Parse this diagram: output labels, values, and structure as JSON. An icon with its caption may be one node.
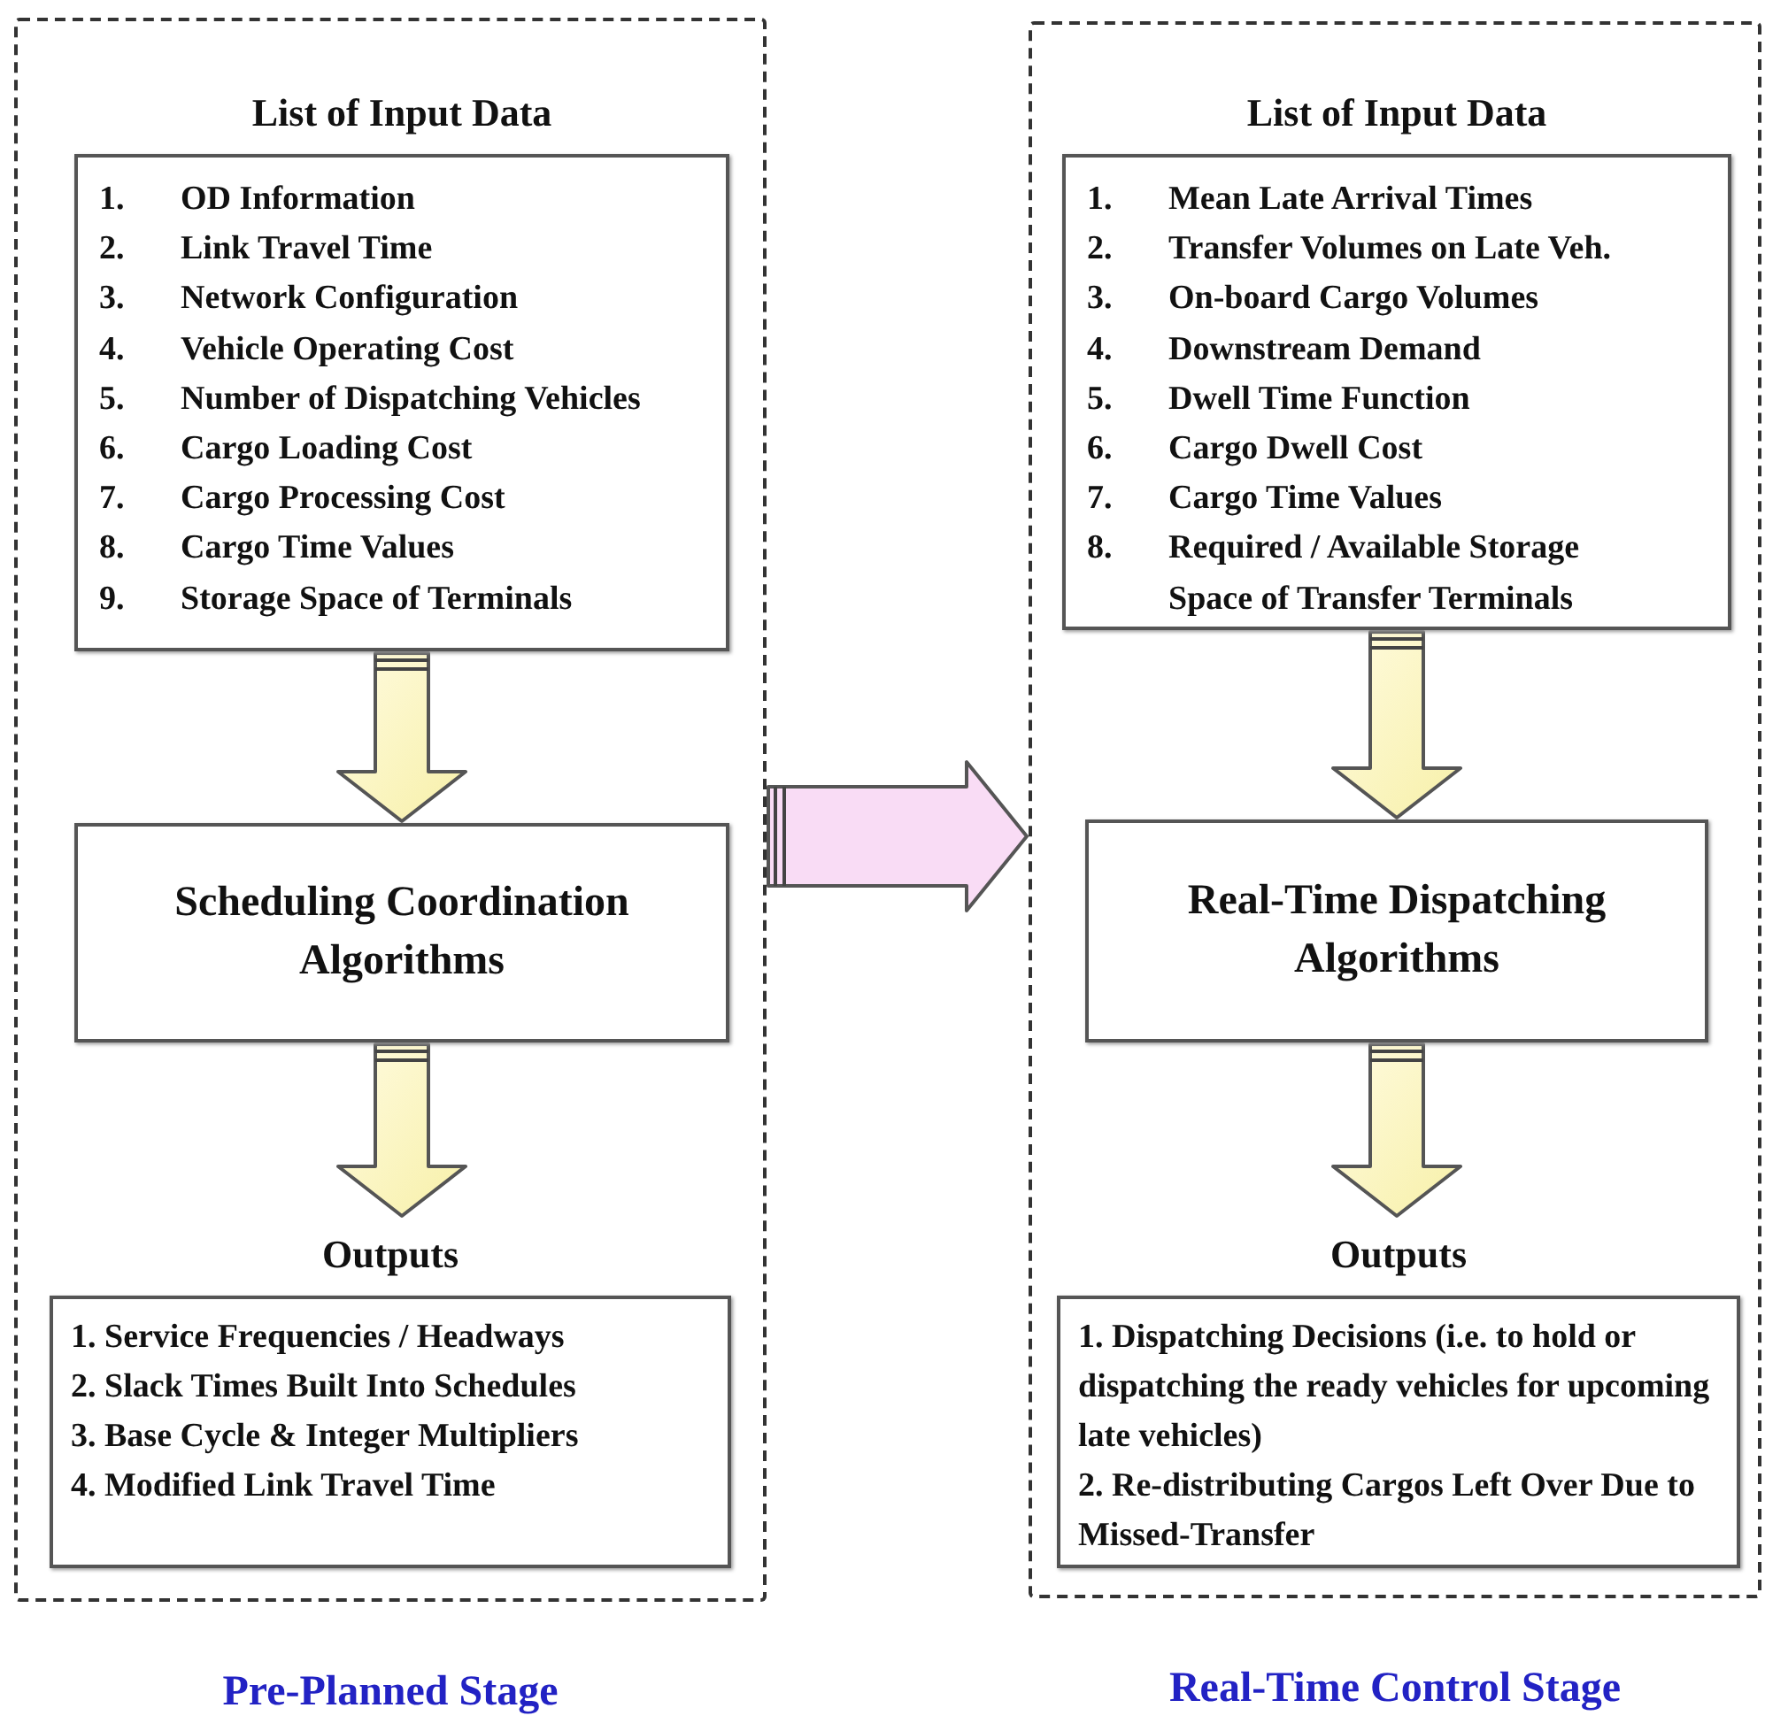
{
  "diagram": {
    "nodes": [
      {
        "text": [
          "Pre-Planned Stage"
        ]
      },
      {
        "text": [
          "List of Input Data",
          "1. OD Information",
          "2. Link Travel Time",
          "3. Network Configuration",
          "4. Vehicle Operating Cost",
          "5. Number of Dispatching Vehicles",
          "6. Cargo Loading Cost",
          "7. Cargo Processing Cost",
          "8. Cargo Time Values",
          "9. Storage Space of Terminals"
        ],
        "in": 0
      },
      {
        "text": [
          "Scheduling Coordination Algorithms"
        ],
        "in": 0
      },
      {
        "text": [
          "Outputs",
          "1. Service Frequencies / Headways",
          "2. Slack Times Built Into Schedules",
          "3. Base Cycle & Integer Multipliers",
          "4. Modified Link Travel Time"
        ],
        "in": 0
      },
      {
        "text": [
          "Real-Time Control Stage"
        ]
      },
      {
        "text": [
          "List of Input Data",
          "1. Mean Late Arrival Times",
          "2. Transfer Volumes on Late Veh.",
          "3. On-board Cargo Volumes",
          "4. Downstream Demand",
          "5. Dwell Time Function",
          "6. Cargo Dwell Cost",
          "7. Cargo Time Values",
          "8. Required / Available Storage Space of Transfer Terminals"
        ],
        "in": 4
      },
      {
        "text": [
          "Real-Time Dispatching Algorithms"
        ],
        "in": 4
      },
      {
        "text": [
          "Outputs",
          "1. Dispatching Decisions (i.e. to hold or dispatching the ready vehicles for upcoming late vehicles)",
          "2. Re-distributing Cargos Left Over Due to Missed-Transfer"
        ],
        "in": 4
      }
    ],
    "edges": [
      {
        "from": 1,
        "to": 2,
        "arrow": "to"
      },
      {
        "from": 2,
        "to": 3,
        "arrow": "to"
      },
      {
        "from": 5,
        "to": 6,
        "arrow": "to"
      },
      {
        "from": 6,
        "to": 7,
        "arrow": "to"
      },
      {
        "from": 0,
        "to": 4,
        "arrow": "to",
        "color": "#f9dcf5"
      }
    ]
  }
}
